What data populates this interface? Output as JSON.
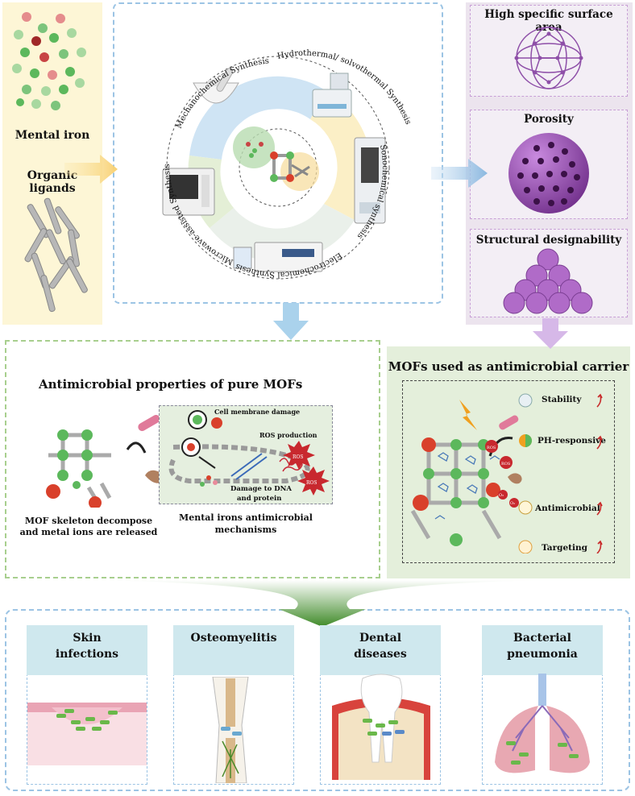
{
  "precursors": {
    "metal_label": "Mental iron",
    "ligand_label": "Organic ligands"
  },
  "synthesis": {
    "methods": [
      "Mechanochemical Synthesis",
      "Hydrothermal/ solvothermal Synthesis",
      "Sonochemical synthesis",
      "Electrochemical Synthesis",
      "Microwave-assisted Synthesis"
    ]
  },
  "properties": {
    "items": [
      "High specific surface area",
      "Porosity",
      "Structural designability"
    ]
  },
  "antimicrobial": {
    "title": "Antimicrobial properties of  pure MOFs",
    "skeleton_caption_1": "MOF skeleton decompose",
    "skeleton_caption_2": "and metal ions are released",
    "membrane_damage": "Cell membrane damage",
    "ros_production": "ROS production",
    "dna_damage_1": "Damage to DNA",
    "dna_damage_2": "and protein",
    "ros_tag": "ROS",
    "mechanism_1": "Mental irons antimicrobial",
    "mechanism_2": "mechanisms"
  },
  "carrier": {
    "title": "MOFs used as antimicrobial carrier",
    "features": [
      "Stability",
      "PH-responsive",
      "Antimicrobial",
      "Targeting"
    ],
    "ros_tag": "ROS",
    "o2_tag": "O₂"
  },
  "diseases": [
    {
      "line1": "Skin",
      "line2": "infections"
    },
    {
      "line1": "Osteomyelitis",
      "line2": ""
    },
    {
      "line1": "Dental",
      "line2": "diseases"
    },
    {
      "line1": "Bacterial",
      "line2": "pneumonia"
    }
  ],
  "colors": {
    "green": "#5cb85c",
    "red": "#d9402b",
    "purple": "#8e4fa8",
    "light_blue": "#9cc4e4",
    "green_panel": "#e4efdb",
    "yellow_panel": "#fdf6d6"
  }
}
